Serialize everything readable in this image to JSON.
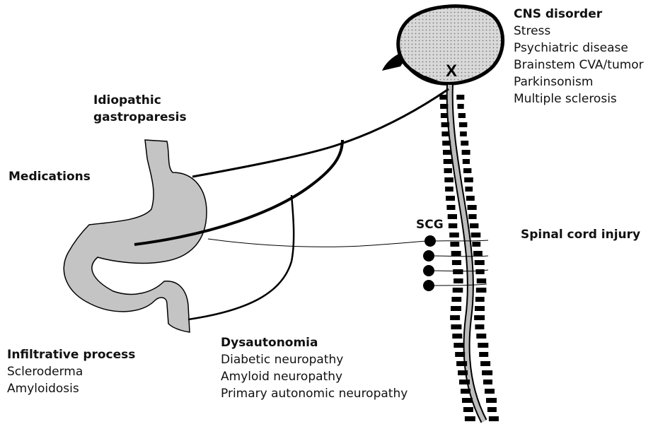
{
  "labels": {
    "cns": {
      "heading": "CNS disorder",
      "items": [
        "Stress",
        "Psychiatric disease",
        "Brainstem CVA/tumor",
        "Parkinsonism",
        "Multiple sclerosis"
      ]
    },
    "idiopathic": {
      "line1": "Idiopathic",
      "line2": "gastroparesis"
    },
    "medications": {
      "heading": "Medications"
    },
    "scg": {
      "text": "SCG"
    },
    "spinal": {
      "heading": "Spinal cord injury"
    },
    "infiltrative": {
      "heading": "Infiltrative process",
      "items": [
        "Scleroderma",
        "Amyloidosis"
      ]
    },
    "dysautonomia": {
      "heading": "Dysautonomia",
      "items": [
        "Diabetic neuropathy",
        "Amyloid neuropathy",
        "Primary autonomic neuropathy"
      ]
    },
    "lesion_mark": "X"
  },
  "colors": {
    "organ_fill": "#c4c4c4",
    "outline": "#000000",
    "cord": "#bdbdbd"
  }
}
